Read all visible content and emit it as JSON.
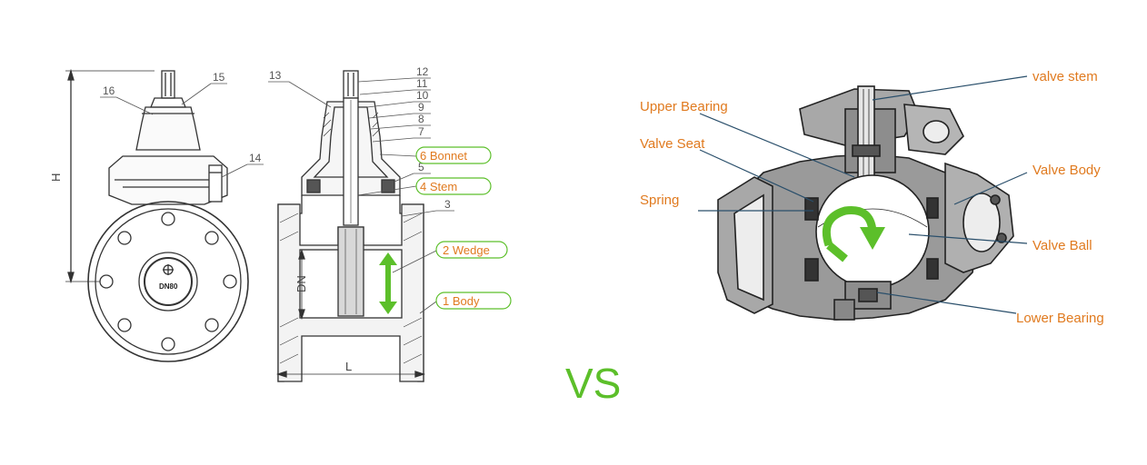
{
  "gate_valve": {
    "numbers": {
      "n16": "16",
      "n15": "15",
      "n14": "14",
      "n13": "13",
      "n12": "12",
      "n11": "11",
      "n10": "10",
      "n9": "9",
      "n8": "8",
      "n7": "7",
      "n5": "5",
      "n3": "3"
    },
    "callouts": {
      "bonnet": "6 Bonnet",
      "stem": "4 Stem",
      "wedge": "2 Wedge",
      "body": "1 Body"
    },
    "dims": {
      "h": "H",
      "dn": "DN",
      "l": "L",
      "logo": "DN80"
    }
  },
  "separator": {
    "vs": "VS"
  },
  "ball_valve": {
    "labels": {
      "valve_stem": "valve stem",
      "upper_bearing": "Upper Bearing",
      "valve_seat": "Valve Seat",
      "spring": "Spring",
      "valve_body": "Valve  Body",
      "valve_ball": "Valve Ball",
      "lower_bearing": "Lower Bearing"
    }
  },
  "colors": {
    "accent_orange": "#e07a1f",
    "accent_green": "#5cbf2a",
    "leader_line": "#2a4f6b",
    "callout_border": "#5cbf2a"
  }
}
